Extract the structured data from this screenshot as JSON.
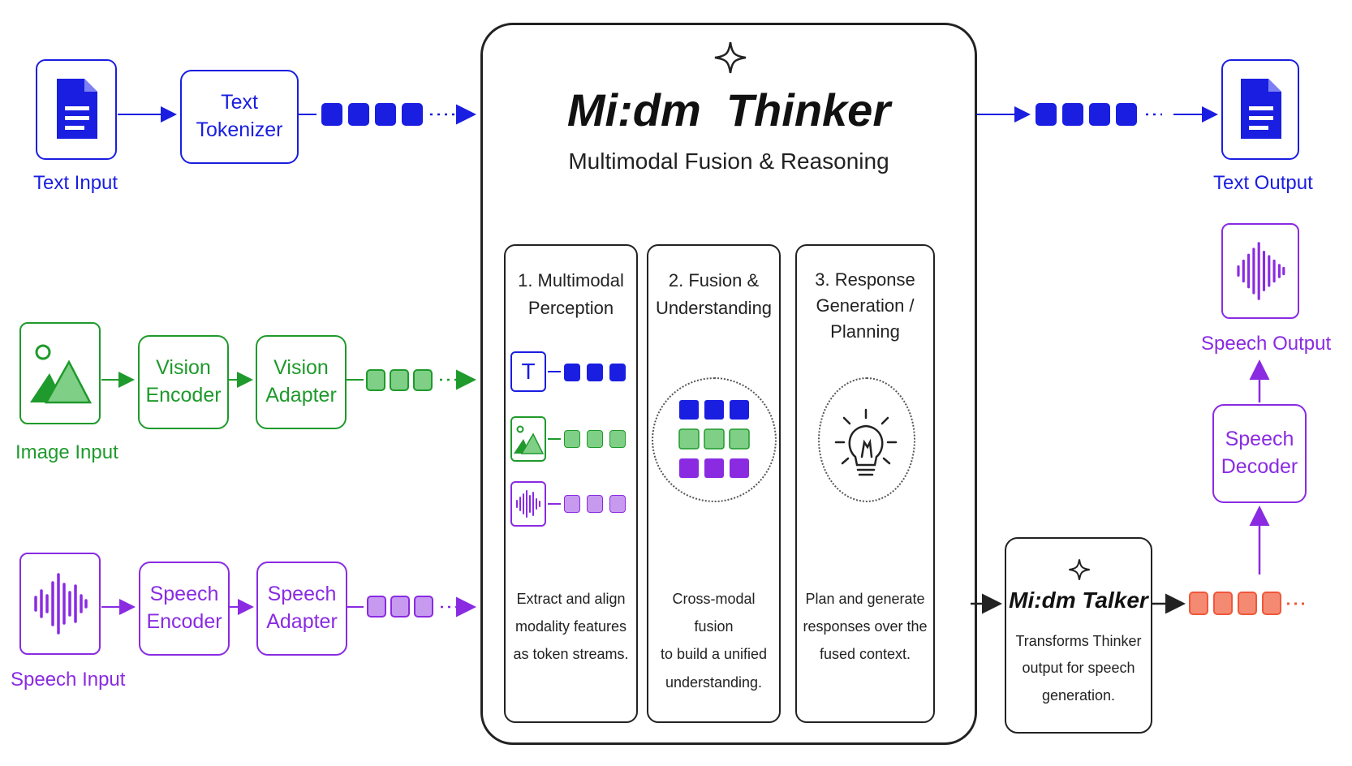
{
  "colors": {
    "text": "#1a1ee0",
    "image": "#1f9a2c",
    "speech": "#8a2be2",
    "output_tokens": "#f0573a",
    "ink": "#222222"
  },
  "inputs": {
    "text": {
      "label": "Text Input",
      "icon": "document-icon",
      "tokenizer": "Text\nTokenizer"
    },
    "image": {
      "label": "Image Input",
      "icon": "image-icon",
      "encoder": "Vision\nEncoder",
      "adapter": "Vision\nAdapter"
    },
    "speech": {
      "label": "Speech Input",
      "icon": "waveform-icon",
      "encoder": "Speech\nEncoder",
      "adapter": "Speech\nAdapter"
    }
  },
  "thinker": {
    "title": "Mi:dm  Thinker",
    "subtitle": "Multimodal Fusion & Reasoning",
    "icon": "sparkle-icon",
    "stages": [
      {
        "title": "1. Multimodal\nPerception",
        "desc": "Extract and align\nmodality features\nas token streams."
      },
      {
        "title": "2. Fusion &\nUnderstanding",
        "desc": "Cross-modal fusion\nto build a unified\nunderstanding."
      },
      {
        "title": "3. Response\nGeneration /\nPlanning",
        "desc": "Plan and generate\nresponses over the\nfused context."
      }
    ],
    "stage1_token_icon_letter": "T"
  },
  "talker": {
    "title": "Mi:dm Talker",
    "desc": "Transforms Thinker\noutput for speech\ngeneration.",
    "icon": "sparkle-icon"
  },
  "outputs": {
    "text": {
      "label": "Text Output",
      "icon": "document-icon"
    },
    "speech": {
      "label": "Speech Output",
      "icon": "waveform-icon",
      "decoder": "Speech\nDecoder"
    }
  }
}
